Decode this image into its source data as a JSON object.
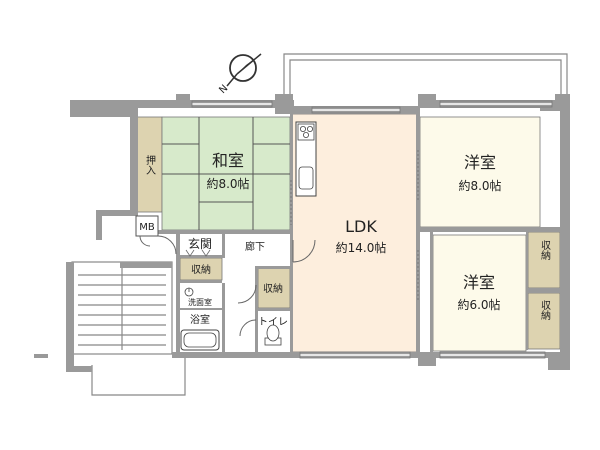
{
  "compass": {
    "label": "N"
  },
  "rooms": {
    "washitsu": {
      "name": "和室",
      "area": "約8.0帖"
    },
    "oshiire": {
      "name": "押入"
    },
    "ldk": {
      "name": "LDK",
      "area": "約14.0帖"
    },
    "yoshitsu_1": {
      "name": "洋室",
      "area": "約8.0帖"
    },
    "yoshitsu_2": {
      "name": "洋室",
      "area": "約6.0帖"
    },
    "genkan": {
      "name": "玄関"
    },
    "shuno_genkan": {
      "name": "収納"
    },
    "rouka": {
      "name": "廊下"
    },
    "shuno_rouka": {
      "name": "収納"
    },
    "senmenshitsu": {
      "name": "洗面室"
    },
    "yokushitsu": {
      "name": "浴室"
    },
    "toilet": {
      "name": "トイレ"
    },
    "mb": {
      "name": "MB"
    },
    "shuno_right_1": {
      "name": "収納"
    },
    "shuno_right_2": {
      "name": "収納"
    }
  },
  "colors": {
    "tatami": "#d7eacb",
    "ldk": "#fdeedd",
    "western": "#fdfaea",
    "storage": "#ddd3b0",
    "wall": "#9a9a9a",
    "wet_area": "#ffffff"
  }
}
